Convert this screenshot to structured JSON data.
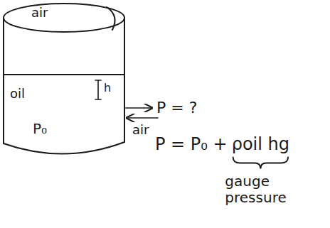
{
  "diagram": {
    "labels": [
      "air",
      "oil",
      "h",
      "P = ?",
      "P₀",
      "air",
      "P = P₀ +",
      "ρoil hg",
      "gauge pressure"
    ]
  }
}
